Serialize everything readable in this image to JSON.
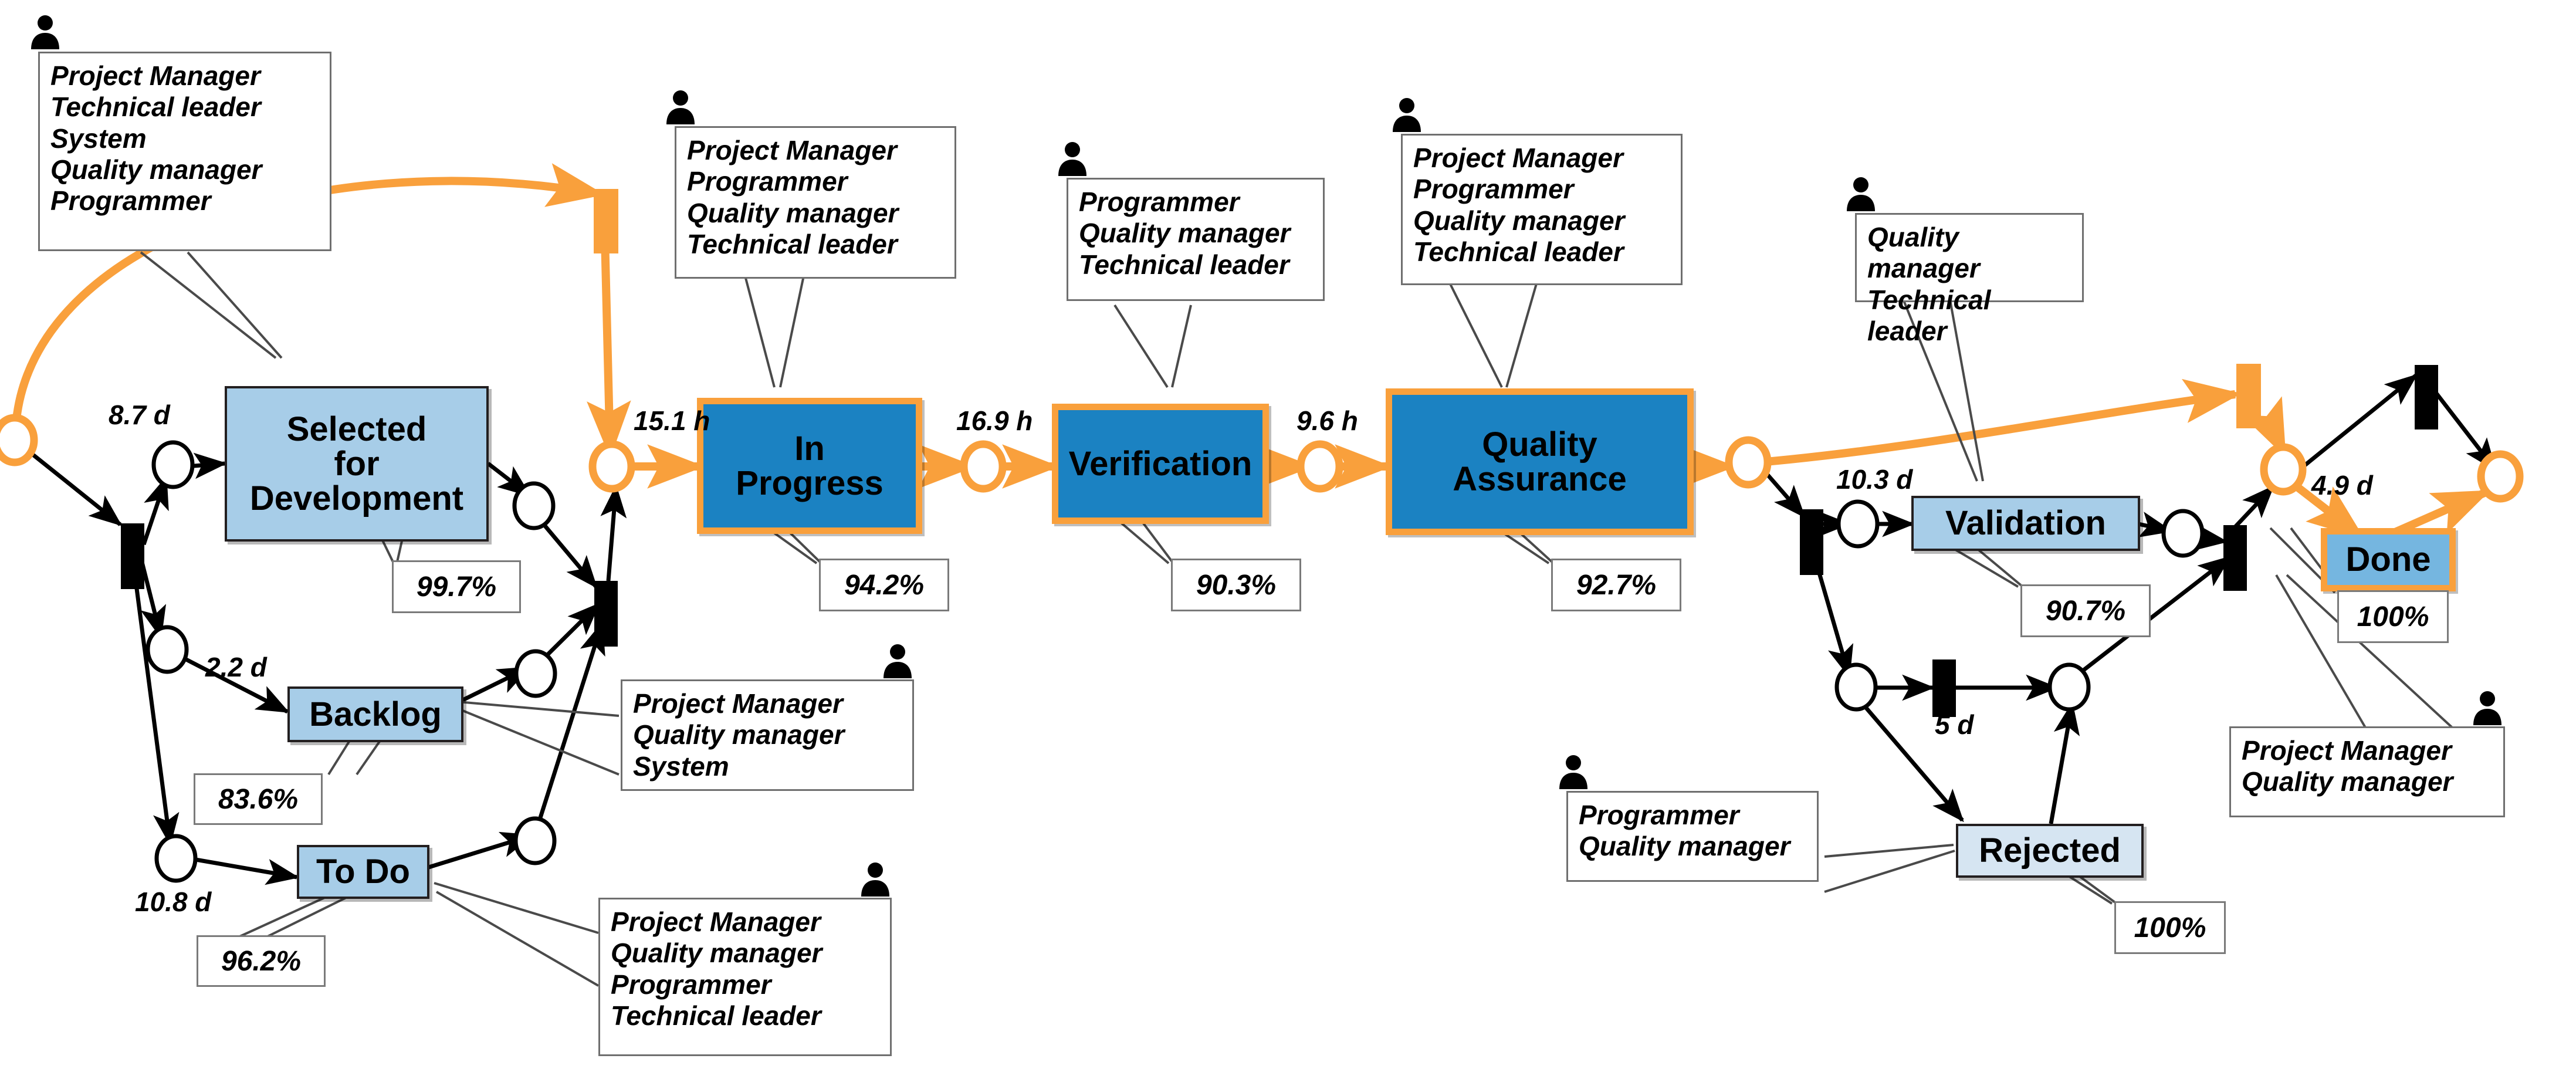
{
  "diagram": {
    "title": "Kanban software process Petri net",
    "colors": {
      "accent_orange": "#f9a03c",
      "dark_blue": "#1b82c2",
      "light_blue": "#a7cde8",
      "pale_blue": "#d6e5f2",
      "black": "#000000"
    }
  },
  "nodes": [
    {
      "id": "selected_for_development",
      "label": "Selected\nfor\nDevelopment",
      "style": "light"
    },
    {
      "id": "backlog",
      "label": "Backlog",
      "style": "light"
    },
    {
      "id": "to_do",
      "label": "To Do",
      "style": "light"
    },
    {
      "id": "in_progress",
      "label": "In\nProgress",
      "style": "dark"
    },
    {
      "id": "verification",
      "label": "Verification",
      "style": "dark"
    },
    {
      "id": "quality_assurance",
      "label": "Quality\nAssurance",
      "style": "dark"
    },
    {
      "id": "validation",
      "label": "Validation",
      "style": "light"
    },
    {
      "id": "rejected",
      "label": "Rejected",
      "style": "pale"
    },
    {
      "id": "done",
      "label": "Done",
      "style": "lightorange"
    }
  ],
  "arc_labels": [
    {
      "id": "t_selected",
      "text": "8.7 d"
    },
    {
      "id": "t_backlog",
      "text": "2.2 d"
    },
    {
      "id": "t_todo",
      "text": "10.8 d"
    },
    {
      "id": "t_inprogress",
      "text": "15.1 h"
    },
    {
      "id": "t_verification",
      "text": "16.9 h"
    },
    {
      "id": "t_qa",
      "text": "9.6 h"
    },
    {
      "id": "t_validation",
      "text": "10.3 d"
    },
    {
      "id": "t_rejected",
      "text": "5 d"
    },
    {
      "id": "t_done",
      "text": "4.9 d"
    }
  ],
  "metrics": [
    {
      "id": "m_selected",
      "value": "99.7%"
    },
    {
      "id": "m_backlog",
      "value": "83.6%"
    },
    {
      "id": "m_todo",
      "value": "96.2%"
    },
    {
      "id": "m_inprogress",
      "value": "94.2%"
    },
    {
      "id": "m_verification",
      "value": "90.3%"
    },
    {
      "id": "m_qa",
      "value": "92.7%"
    },
    {
      "id": "m_validation",
      "value": "90.7%"
    },
    {
      "id": "m_done",
      "value": "100%"
    },
    {
      "id": "m_rejected",
      "value": "100%"
    }
  ],
  "annotations": [
    {
      "id": "a_selected",
      "roles": "Project Manager\nTechnical leader\nSystem\nQuality manager\nProgrammer"
    },
    {
      "id": "a_inprogress",
      "roles": "Project Manager\nProgrammer\nQuality manager\nTechnical leader"
    },
    {
      "id": "a_verification",
      "roles": "Programmer\nQuality manager\nTechnical leader"
    },
    {
      "id": "a_qa",
      "roles": "Project Manager\nProgrammer\nQuality manager\nTechnical leader"
    },
    {
      "id": "a_validation",
      "roles": "Quality manager\nTechnical leader"
    },
    {
      "id": "a_backlog",
      "roles": "Project Manager\nQuality manager\nSystem"
    },
    {
      "id": "a_todo",
      "roles": "Project Manager\nQuality manager\nProgrammer\nTechnical leader"
    },
    {
      "id": "a_rejected",
      "roles": "Programmer\nQuality manager"
    },
    {
      "id": "a_done",
      "roles": "Project Manager\nQuality manager"
    }
  ],
  "icons": {
    "actor": "person-icon"
  }
}
